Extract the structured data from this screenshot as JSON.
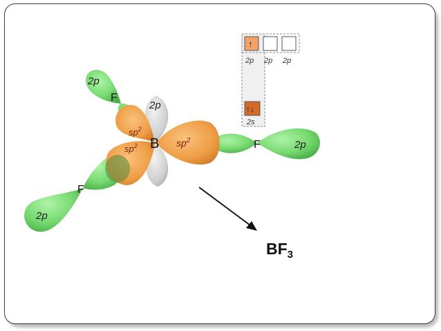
{
  "orbitals": {
    "f_top_2p": "2p",
    "b_2p": "2p",
    "f_right_2p": "2p",
    "f_left_2p": "2p",
    "sp2_upper": "sp",
    "sp2_left": "sp",
    "sp2_right": "sp",
    "sp2_sup": "2"
  },
  "atoms": {
    "boron": "B",
    "fluorine_top": "F",
    "fluorine_right": "F",
    "fluorine_left": "F"
  },
  "box_diagram": {
    "p_labels": [
      "2p",
      "2p",
      "2p"
    ],
    "s_label": "2s",
    "p_boxes": [
      "↑",
      "",
      ""
    ],
    "s_box": "↑↓"
  },
  "formula": {
    "base": "BF",
    "subscript": "3"
  },
  "colors": {
    "fluorine_orbital": "#7be07b",
    "sp2_orbital": "#f0a050",
    "boron_p_orbital": "#d2d2d2",
    "filled_box": "#f3a36a",
    "paired_box": "#d46a2a"
  }
}
